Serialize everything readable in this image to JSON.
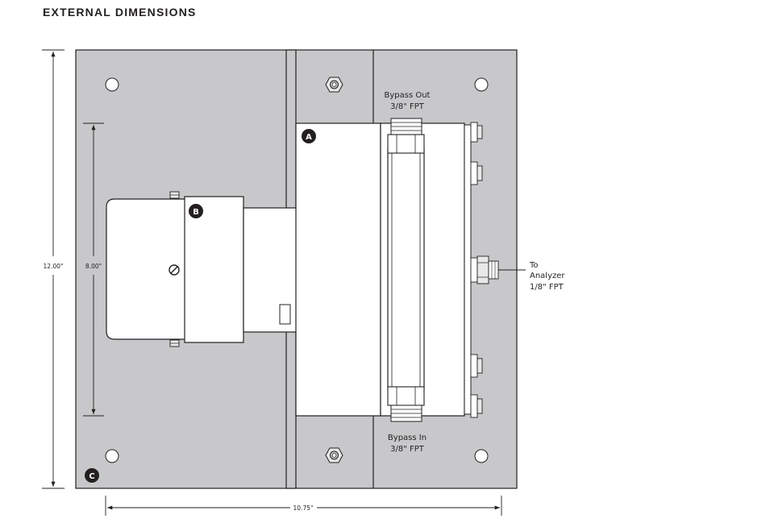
{
  "title": "EXTERNAL DIMENSIONS",
  "dimensions": {
    "height": "12.00\"",
    "inner_height": "8.00\"",
    "width": "10.75\""
  },
  "callouts": {
    "a": "A",
    "b": "B",
    "c": "C"
  },
  "ports": {
    "bypass_out_line1": "Bypass Out",
    "bypass_out_line2": "3/8\" FPT",
    "bypass_in_line1": "Bypass In",
    "bypass_in_line2": "3/8\" FPT",
    "analyzer_line1": "To",
    "analyzer_line2": "Analyzer",
    "analyzer_line3": "1/8\" FPT"
  },
  "colors": {
    "panel": "#c8c8ca",
    "component": "#ffffff",
    "line": "#231f20"
  }
}
